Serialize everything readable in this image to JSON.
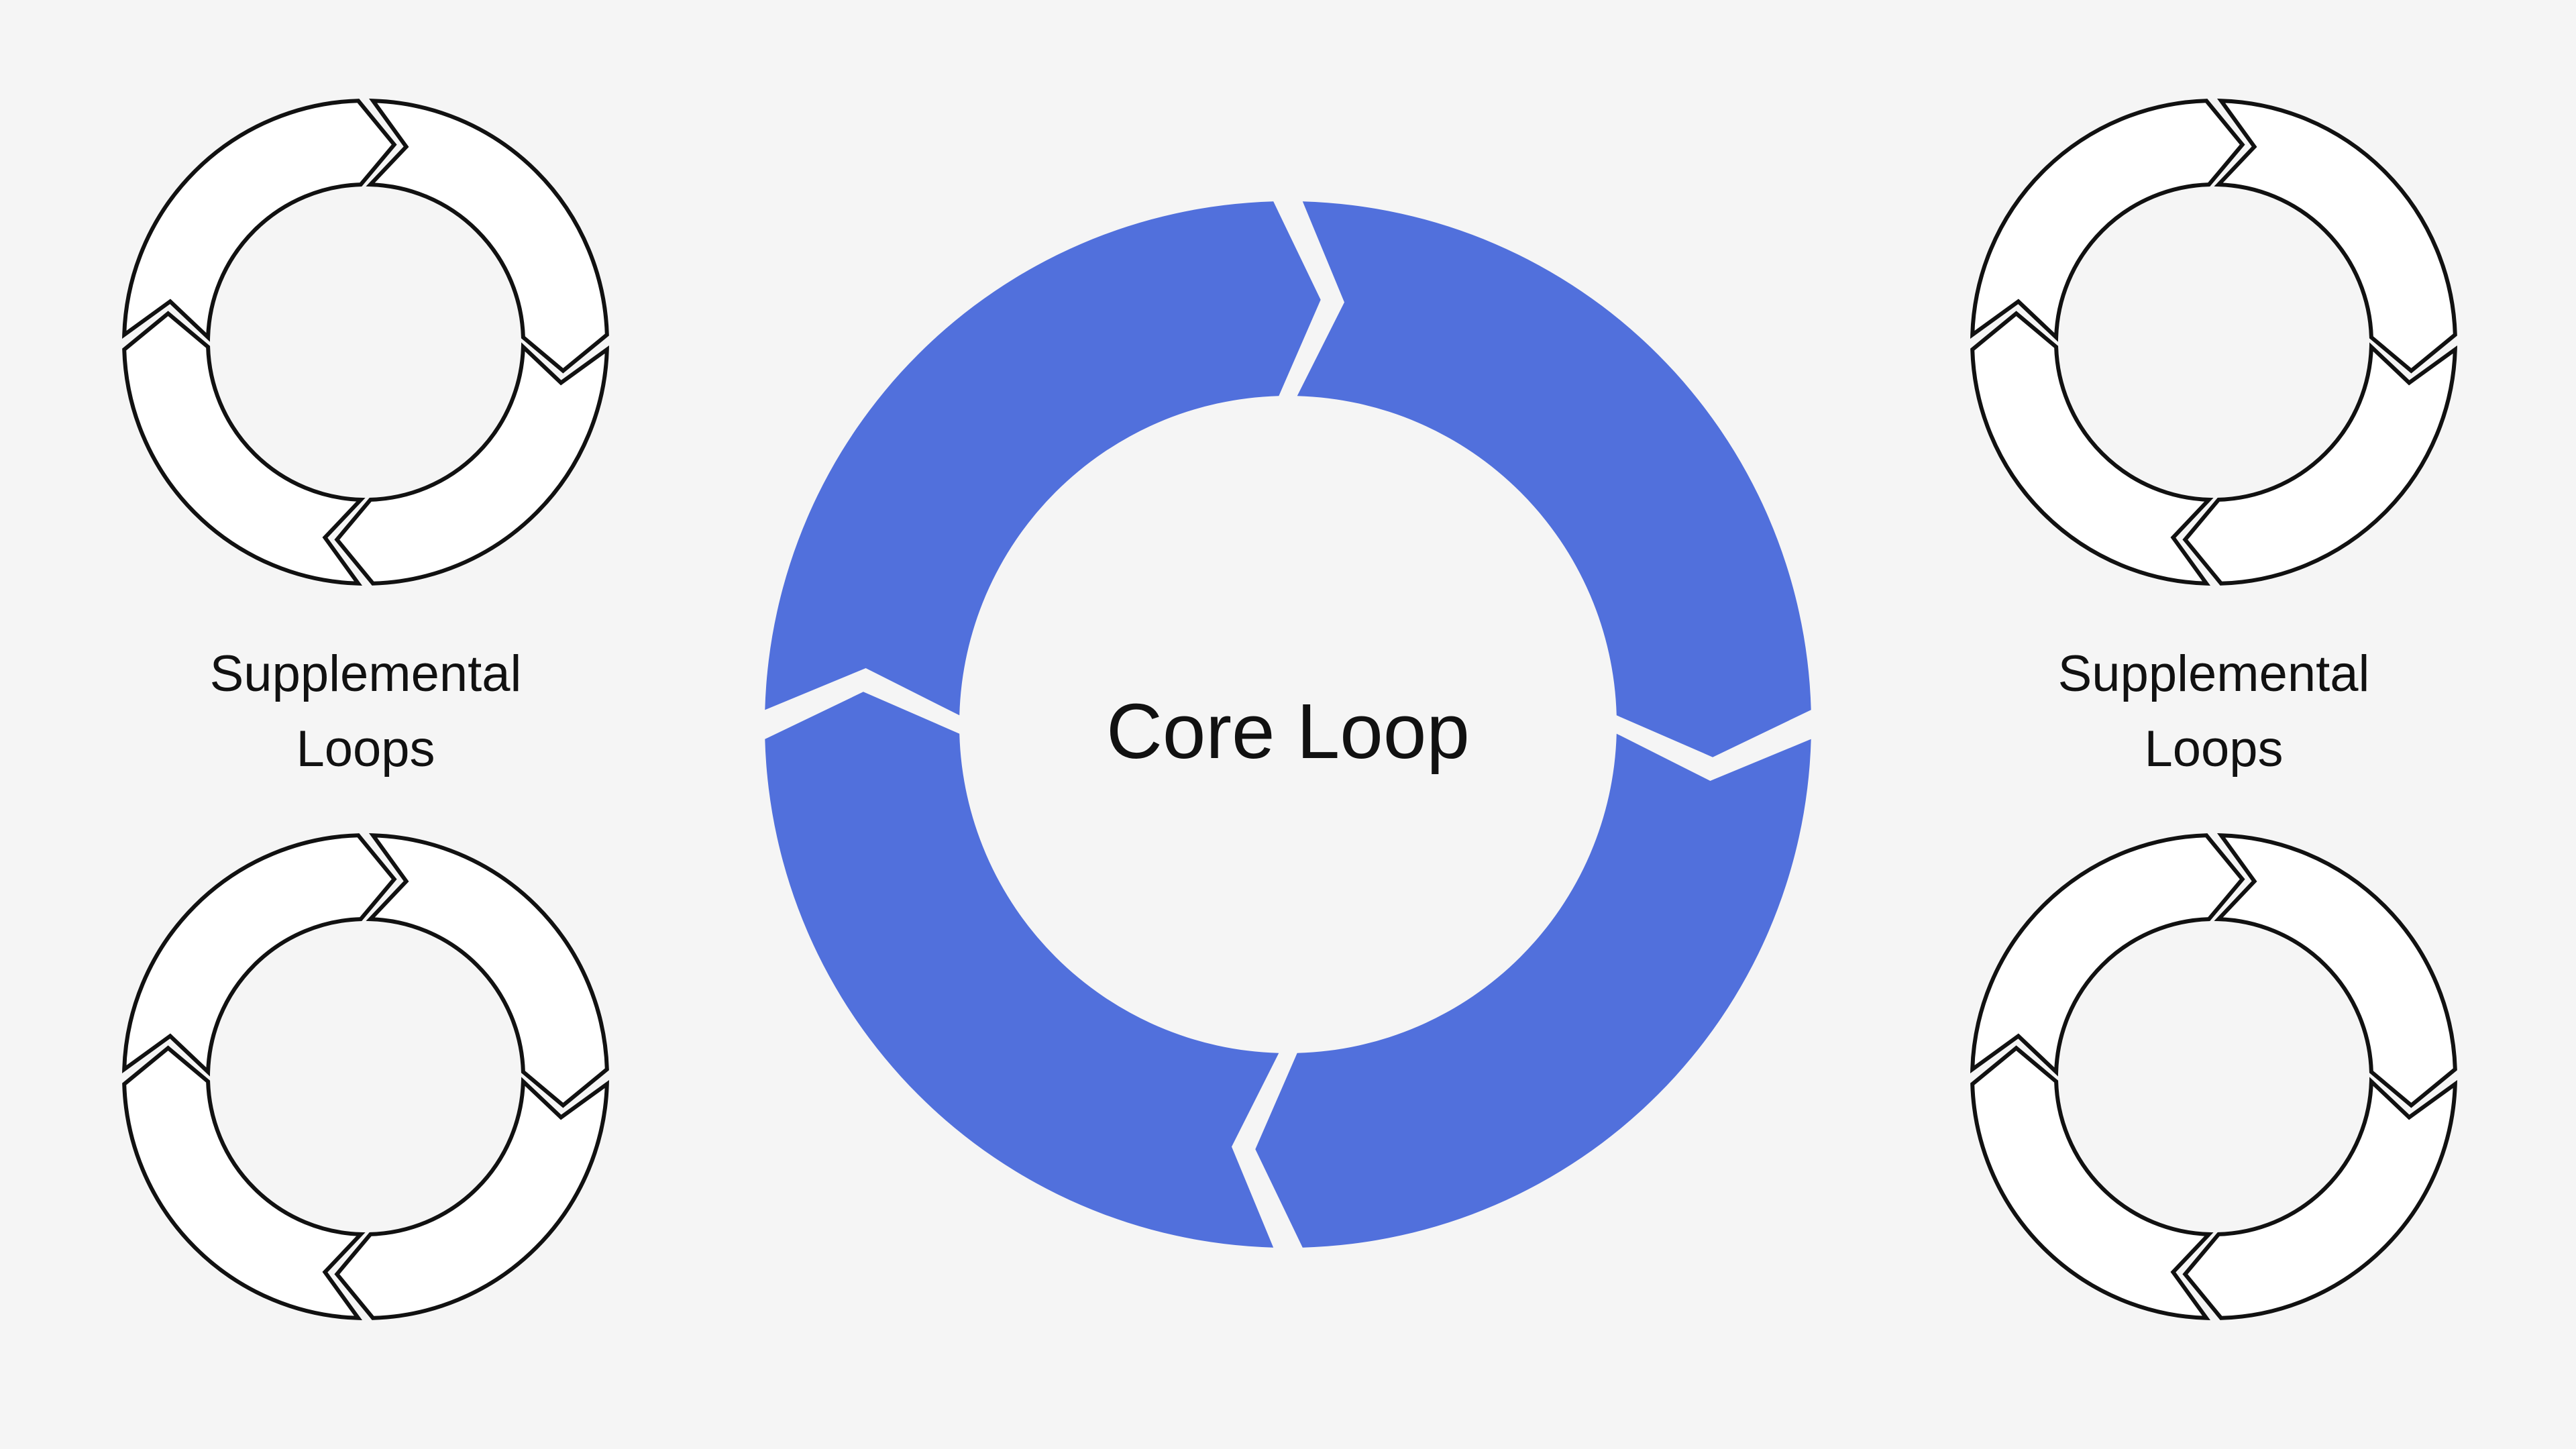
{
  "core": {
    "label": "Core Loop",
    "color": "#5170dc"
  },
  "supplemental": {
    "left_label_line1": "Supplemental",
    "left_label_line2": "Loops",
    "right_label_line1": "Supplemental",
    "right_label_line2": "Loops",
    "stroke_color": "#111111",
    "fill_color": "#ffffff"
  },
  "icons": {
    "core": "cycle-arrows-icon",
    "supplemental": "cycle-arrows-outline-icon"
  }
}
